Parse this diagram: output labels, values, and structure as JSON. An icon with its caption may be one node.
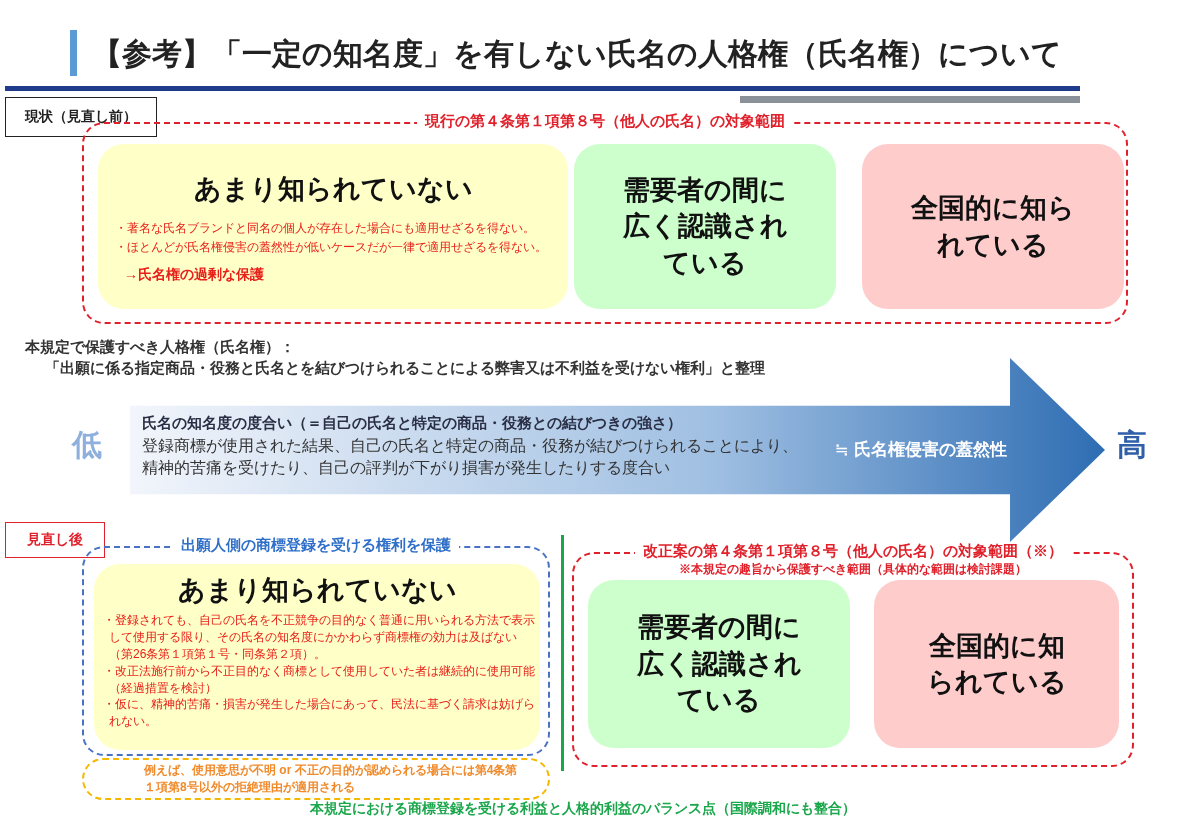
{
  "diagram": {
    "title": "【参考】「一定の知名度」を有しない氏名の人格権（氏名権）について",
    "nodes": [
      {
        "text": [
          "現状（見直し前）"
        ]
      },
      {
        "text": [
          "現行の第４条第１項第８号（他人の氏名）の対象範囲"
        ]
      },
      {
        "text": [
          "あまり知られていない",
          "・著名な氏名ブランドと同名の個人が存在した場合にも適用せざるを得ない。",
          "・ほとんどが氏名権侵害の蓋然性が低いケースだが一律で適用せざるを得ない。",
          "→氏名権の過剰な保護"
        ],
        "in": 1
      },
      {
        "text": [
          "需要者の間に広く認識されている"
        ],
        "in": 1
      },
      {
        "text": [
          "全国的に知られている"
        ],
        "in": 1
      },
      {
        "text": [
          "氏名の知名度の度合い（＝自己の氏名と特定の商品・役務との結びつきの強さ）",
          "登録商標が使用された結果、自己の氏名と特定の商品・役務が結びつけられることにより、精神的苦痛を受けたり、自己の評判が下がり損害が発生したりする度合い",
          "≒ 氏名権侵害の蓋然性"
        ],
        "beside": [
          "低",
          "高"
        ]
      },
      {
        "text": [
          "見直し後"
        ]
      },
      {
        "text": [
          "出願人側の商標登録を受ける権利を保護"
        ]
      },
      {
        "text": [
          "あまり知られていない",
          "・登録されても、自己の氏名を不正競争の目的なく普通に用いられる方法で表示して使用する限り、その氏名の知名度にかかわらず商標権の効力は及ばない（第26条第１項第１号・同条第２項）。",
          "・改正法施行前から不正目的なく商標として使用していた者は継続的に使用可能（経過措置を検討）",
          "・仮に、精神的苦痛・損害が発生した場合にあって、民法に基づく請求は妨げられない。"
        ],
        "in": 7
      },
      {
        "text": [
          "例えば、使用意思が不明 or 不正の目的が認められる場合には第4条第１項第8号以外の拒絶理由が適用される"
        ]
      },
      {
        "text": [
          "改正案の第４条第１項第８号（他人の氏名）の対象範囲（※）",
          "※本規定の趣旨から保護すべき範囲（具体的な範囲は検討課題）"
        ]
      },
      {
        "text": [
          "需要者の間に広く認識されている"
        ],
        "in": 10
      },
      {
        "text": [
          "全国的に知られている"
        ],
        "in": 10
      }
    ],
    "labels": [
      "本規定で保護すべき人格権（氏名権）：",
      "「出願に係る指定商品・役務と氏名とを結びつけられることによる弊害又は不利益を受けない権利」と整理",
      "本規定における商標登録を受ける利益と人格的利益のバランス点（国際調和にも整合）"
    ]
  }
}
